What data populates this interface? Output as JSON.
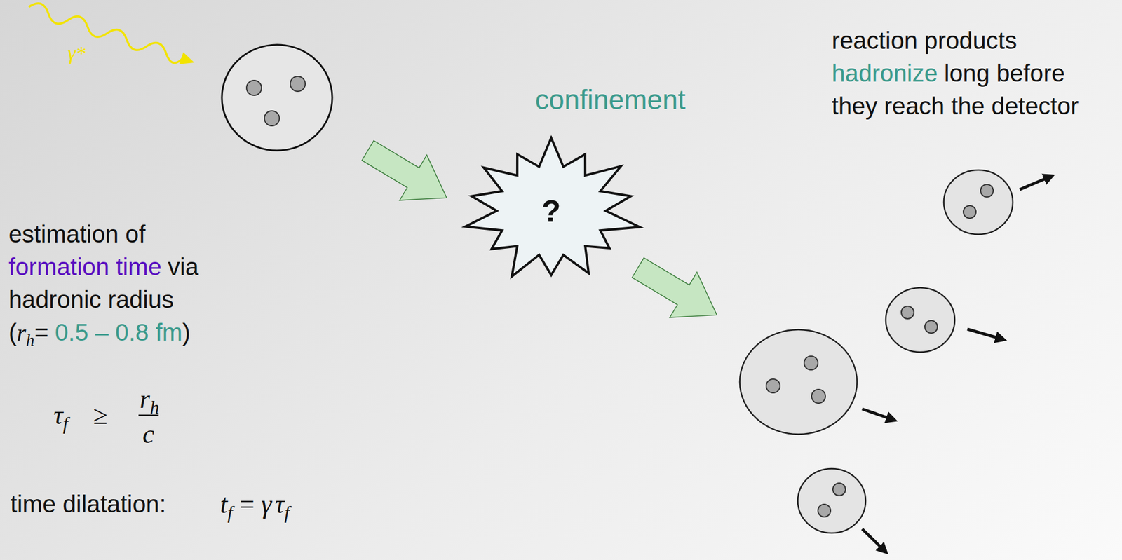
{
  "diagram": {
    "nodes": [
      {
        "text": [
          "?"
        ]
      }
    ],
    "labels": [
      "γ*",
      "confinement",
      "reaction products",
      "hadronize",
      "long before",
      "they reach the detector",
      "estimation of",
      "formation time",
      "via",
      "hadronic radius",
      "(",
      "r",
      "h",
      "=",
      "0.5 – 0.8 fm",
      ")",
      "τ",
      "f",
      "≥",
      "r",
      "h",
      "c",
      "time dilatation:",
      "t",
      "f",
      "=",
      "γ",
      "τ",
      "f"
    ]
  }
}
